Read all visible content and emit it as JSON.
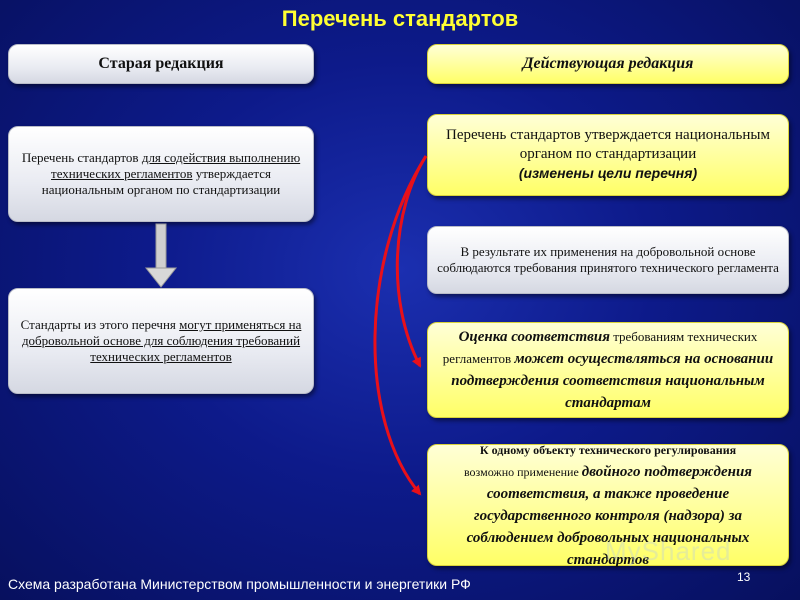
{
  "title": "Перечень стандартов",
  "left_header": "Старая редакция",
  "right_header": "Действующая редакция",
  "left_box1": {
    "part1": "Перечень стандартов ",
    "part2": "для содействия выполнению технических регламентов",
    "part3": " утверждается национальным органом по стандартизации"
  },
  "left_box2": {
    "part1": "Стандарты из этого перечня ",
    "part2": "могут применяться на добровольной основе для соблюдения требований технических регламентов"
  },
  "right_box1": {
    "line1": "Перечень стандартов утверждается национальным органом по стандартизации",
    "line2": "(изменены цели перечня)"
  },
  "right_box2": "В результате их применения на добровольной основе соблюдаются требования принятого технического регламента",
  "right_box3": {
    "part1": "Оценка соответствия",
    "part2": " требованиям технических регламентов ",
    "part3": "может осуществляться на основании подтверждения соответствия национальным стандартам"
  },
  "right_box4": {
    "part1": "К одному объекту технического регулирования",
    "part2": "возможно применение ",
    "part3": "двойного подтверждения соответствия, а также проведение государственного контроля (надзора) за соблюдением добровольных национальных стандартов"
  },
  "footer": "Схема разработана Министерством промышленности и энергетики РФ",
  "page_number": "13",
  "watermark": "MyShared",
  "colors": {
    "title": "#ffff33",
    "arrow_red": "#e8101a",
    "arrow_grey": "#d0d0d0"
  }
}
